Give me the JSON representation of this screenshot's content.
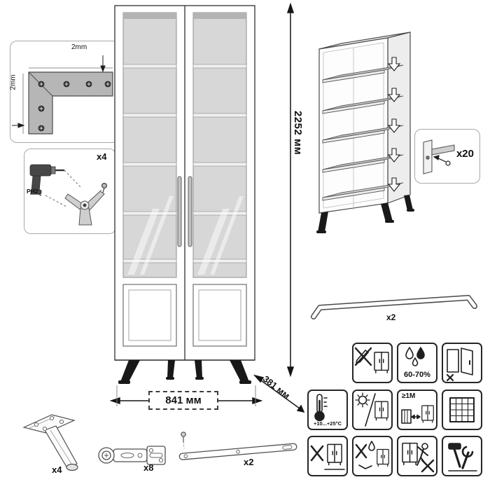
{
  "diagram": {
    "dimensions": {
      "height": "2252 мм",
      "width": "841 мм",
      "depth": "381 мм"
    },
    "corner_detail": {
      "gap_top": "2mm",
      "gap_side": "2mm"
    },
    "leg_assembly": {
      "count": "x4",
      "bit": "PH2"
    },
    "shelf_pins": {
      "count": "x20"
    },
    "handle": {
      "count": "x2"
    },
    "parts": {
      "leg": "x4",
      "hinge": "x8",
      "wall_bracket": "x2"
    }
  },
  "care_icons": [
    {
      "name": "no-sharp-objects",
      "label": ""
    },
    {
      "name": "humidity",
      "label": "60-70%"
    },
    {
      "name": "door-care",
      "label": ""
    },
    {
      "name": "temperature",
      "label": "+10...+25°C"
    },
    {
      "name": "avoid-direct-sunlight",
      "label": ""
    },
    {
      "name": "heat-distance",
      "label": "≥1M"
    },
    {
      "name": "ventilation",
      "label": ""
    },
    {
      "name": "no-dragging",
      "label": ""
    },
    {
      "name": "no-wet-cleaning",
      "label": ""
    },
    {
      "name": "no-climbing",
      "label": ""
    },
    {
      "name": "assembly-tools",
      "label": ""
    }
  ],
  "colors": {
    "line": "#3f3f3f",
    "glass": "#d7d7d7",
    "metal": "#b6b6b6",
    "black_legs": "#181818"
  }
}
